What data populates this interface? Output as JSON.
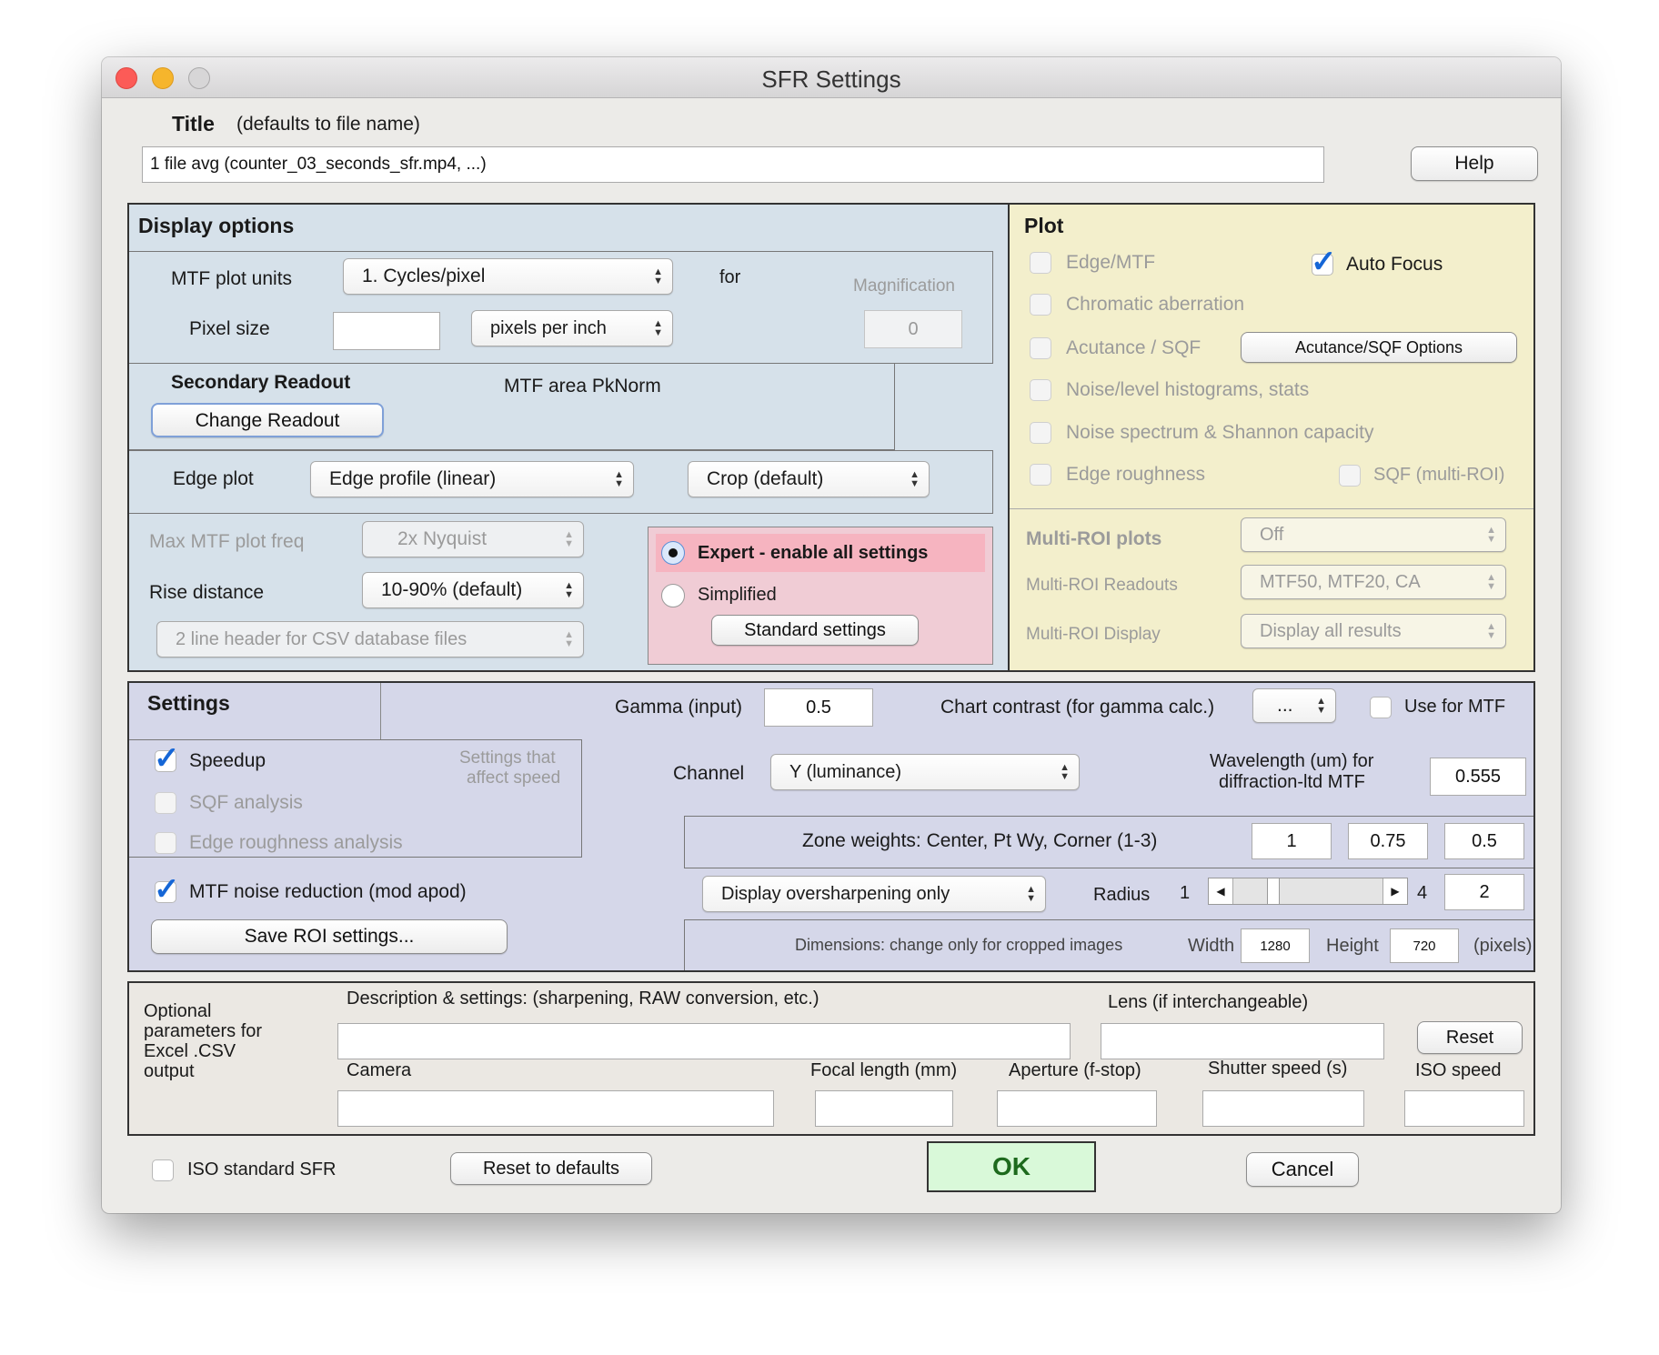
{
  "window": {
    "title": "SFR Settings"
  },
  "title_section": {
    "label": "Title",
    "hint": "(defaults to file name)",
    "value": "1 file avg (counter_03_seconds_sfr.mp4, ...)",
    "help_label": "Help"
  },
  "display_options": {
    "heading": "Display options",
    "mtf_plot_units_label": "MTF plot units",
    "mtf_plot_units_value": "1. Cycles/pixel",
    "for_label": "for",
    "magnification_label": "Magnification",
    "magnification_value": "0",
    "pixel_size_label": "Pixel size",
    "pixel_size_value": "",
    "pixel_units_value": "pixels per inch",
    "secondary_readout_label": "Secondary Readout",
    "secondary_readout_value": "MTF area PkNorm",
    "change_readout_label": "Change Readout",
    "edge_plot_label": "Edge plot",
    "edge_plot_value": "Edge profile (linear)",
    "crop_value": "Crop (default)",
    "max_mtf_label": "Max MTF plot freq",
    "max_mtf_value": "2x Nyquist",
    "rise_distance_label": "Rise distance",
    "rise_distance_value": "10-90% (default)",
    "csv_header_value": "2 line header for CSV database files",
    "expert_label": "Expert - enable all settings",
    "simplified_label": "Simplified",
    "standard_settings_label": "Standard settings"
  },
  "plot": {
    "heading": "Plot",
    "edge_mtf": "Edge/MTF",
    "auto_focus": "Auto Focus",
    "chromatic": "Chromatic aberration",
    "acutance": "Acutance / SQF",
    "acutance_options": "Acutance/SQF Options",
    "noise_hist": "Noise/level histograms, stats",
    "noise_spectrum": "Noise spectrum & Shannon capacity",
    "edge_roughness": "Edge roughness",
    "sqf_multi": "SQF (multi-ROI)",
    "multi_roi_plots_label": "Multi-ROI plots",
    "multi_roi_plots_value": "Off",
    "multi_roi_readouts_label": "Multi-ROI Readouts",
    "multi_roi_readouts_value": "MTF50, MTF20, CA",
    "multi_roi_display_label": "Multi-ROI Display",
    "multi_roi_display_value": "Display all results"
  },
  "settings": {
    "heading": "Settings",
    "gamma_label": "Gamma (input)",
    "gamma_value": "0.5",
    "chart_contrast_label": "Chart contrast (for gamma calc.)",
    "chart_contrast_value": "...",
    "use_for_mtf": "Use for MTF",
    "speedup": "Speedup",
    "speed_note_1": "Settings that",
    "speed_note_2": "affect speed",
    "sqf_analysis": "SQF analysis",
    "edge_roughness_analysis": "Edge roughness analysis",
    "mtf_noise": "MTF noise reduction (mod apod)",
    "save_roi": "Save ROI settings...",
    "channel_label": "Channel",
    "channel_value": "Y (luminance)",
    "wavelength_label_1": "Wavelength (um) for",
    "wavelength_label_2": "diffraction-ltd MTF",
    "wavelength_value": "0.555",
    "zone_label": "Zone weights:  Center, Pt Wy, Corner (1-3)",
    "zone_1": "1",
    "zone_2": "0.75",
    "zone_3": "0.5",
    "oversharpen_value": "Display oversharpening only",
    "radius_label": "Radius",
    "radius_min": "1",
    "radius_max": "4",
    "radius_value": "2",
    "radius_level": 0.25,
    "dimensions_label": "Dimensions: change only for cropped images",
    "width_label": "Width",
    "width_value": "1280",
    "height_label": "Height",
    "height_value": "720",
    "pixels_label": "(pixels)"
  },
  "optional": {
    "label_1": "Optional",
    "label_2": "parameters for",
    "label_3": "Excel .CSV",
    "label_4": "output",
    "description_label": "Description & settings:  (sharpening, RAW conversion, etc.)",
    "lens_label": "Lens (if interchangeable)",
    "reset_label": "Reset",
    "camera_label": "Camera",
    "focal_label": "Focal length (mm)",
    "aperture_label": "Aperture (f-stop)",
    "shutter_label": "Shutter speed (s)",
    "iso_label": "ISO speed"
  },
  "footer": {
    "iso_standard": "ISO standard SFR",
    "reset_defaults": "Reset to defaults",
    "ok": "OK",
    "cancel": "Cancel"
  },
  "colors": {
    "display_bg": "#d6e1ea",
    "plot_bg": "#f3efcc",
    "settings_bg": "#d5d7e9",
    "expert_bg": "#f0ccd5",
    "expert_highlight": "#f6b4c0",
    "optional_bg": "#ebe8e3",
    "ok_bg": "#d9f9d9",
    "ok_text": "#1d6a1d"
  }
}
